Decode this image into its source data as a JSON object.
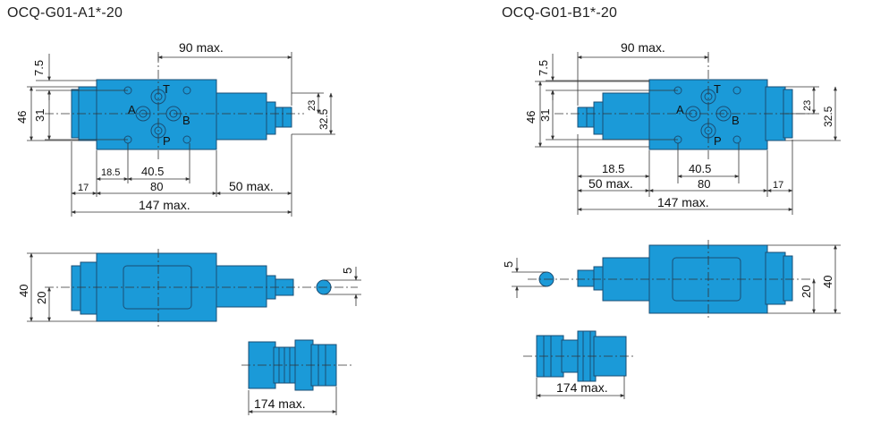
{
  "colors": {
    "body": "#1b9ad8",
    "outline": "#1a4e75",
    "dim_line": "#333333"
  },
  "left": {
    "title": "OCQ-G01-A1*-20",
    "dims": {
      "d90": "90 max.",
      "d7_5": "7.5",
      "d46": "46",
      "d31": "31",
      "d23": "23",
      "d32_5": "32.5",
      "d18_5": "18.5",
      "d40_5": "40.5",
      "d17": "17",
      "d80": "80",
      "d50": "50 max.",
      "d147": "147 max.",
      "d40": "40",
      "d20": "20",
      "d5": "5",
      "d174": "174 max."
    },
    "ports": {
      "a": "A",
      "b": "B",
      "t": "T",
      "p": "P"
    }
  },
  "right": {
    "title": "OCQ-G01-B1*-20",
    "dims": {
      "d90": "90 max.",
      "d7_5": "7.5",
      "d46": "46",
      "d31": "31",
      "d23": "23",
      "d32_5": "32.5",
      "d18_5": "18.5",
      "d40_5": "40.5",
      "d50": "50 max.",
      "d80": "80",
      "d17": "17",
      "d147": "147 max.",
      "d5": "5",
      "d20": "20",
      "d40": "40",
      "d174": "174 max."
    },
    "ports": {
      "a": "A",
      "b": "B",
      "t": "T",
      "p": "P"
    }
  }
}
